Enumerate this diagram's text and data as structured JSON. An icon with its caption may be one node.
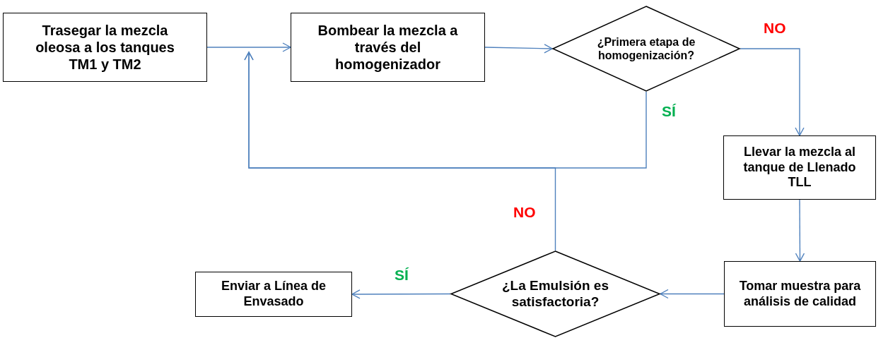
{
  "diagram": {
    "nodes": [
      {
        "text": [
          "Trasegar la mezcla oleosa a los tanques TM1 y TM2"
        ]
      },
      {
        "text": [
          "Bombear la mezcla a través del homogenizador"
        ]
      },
      {
        "text": [
          "¿Primera etapa de homogenización?"
        ]
      },
      {
        "text": [
          "Llevar la mezcla al tanque de Llenado TLL"
        ]
      },
      {
        "text": [
          "Tomar muestra para análisis  de calidad"
        ]
      },
      {
        "text": [
          "¿La Emulsión es satisfactoria?"
        ]
      },
      {
        "text": [
          "Enviar a Línea de Envasado"
        ]
      }
    ],
    "edges": [
      {
        "from": 0,
        "to": 1,
        "arrow": "to"
      },
      {
        "from": 1,
        "to": 2,
        "arrow": "to"
      },
      {
        "from": 2,
        "to": 3,
        "arrow": "to",
        "label": "NO"
      },
      {
        "from": 2,
        "to": 1,
        "arrow": "to",
        "label": "SÍ"
      },
      {
        "from": 3,
        "to": 4,
        "arrow": "to"
      },
      {
        "from": 4,
        "to": 5,
        "arrow": "to"
      },
      {
        "from": 5,
        "to": 1,
        "arrow": "to",
        "label": "NO"
      },
      {
        "from": 5,
        "to": 6,
        "arrow": "to",
        "label": "SÍ"
      }
    ]
  }
}
